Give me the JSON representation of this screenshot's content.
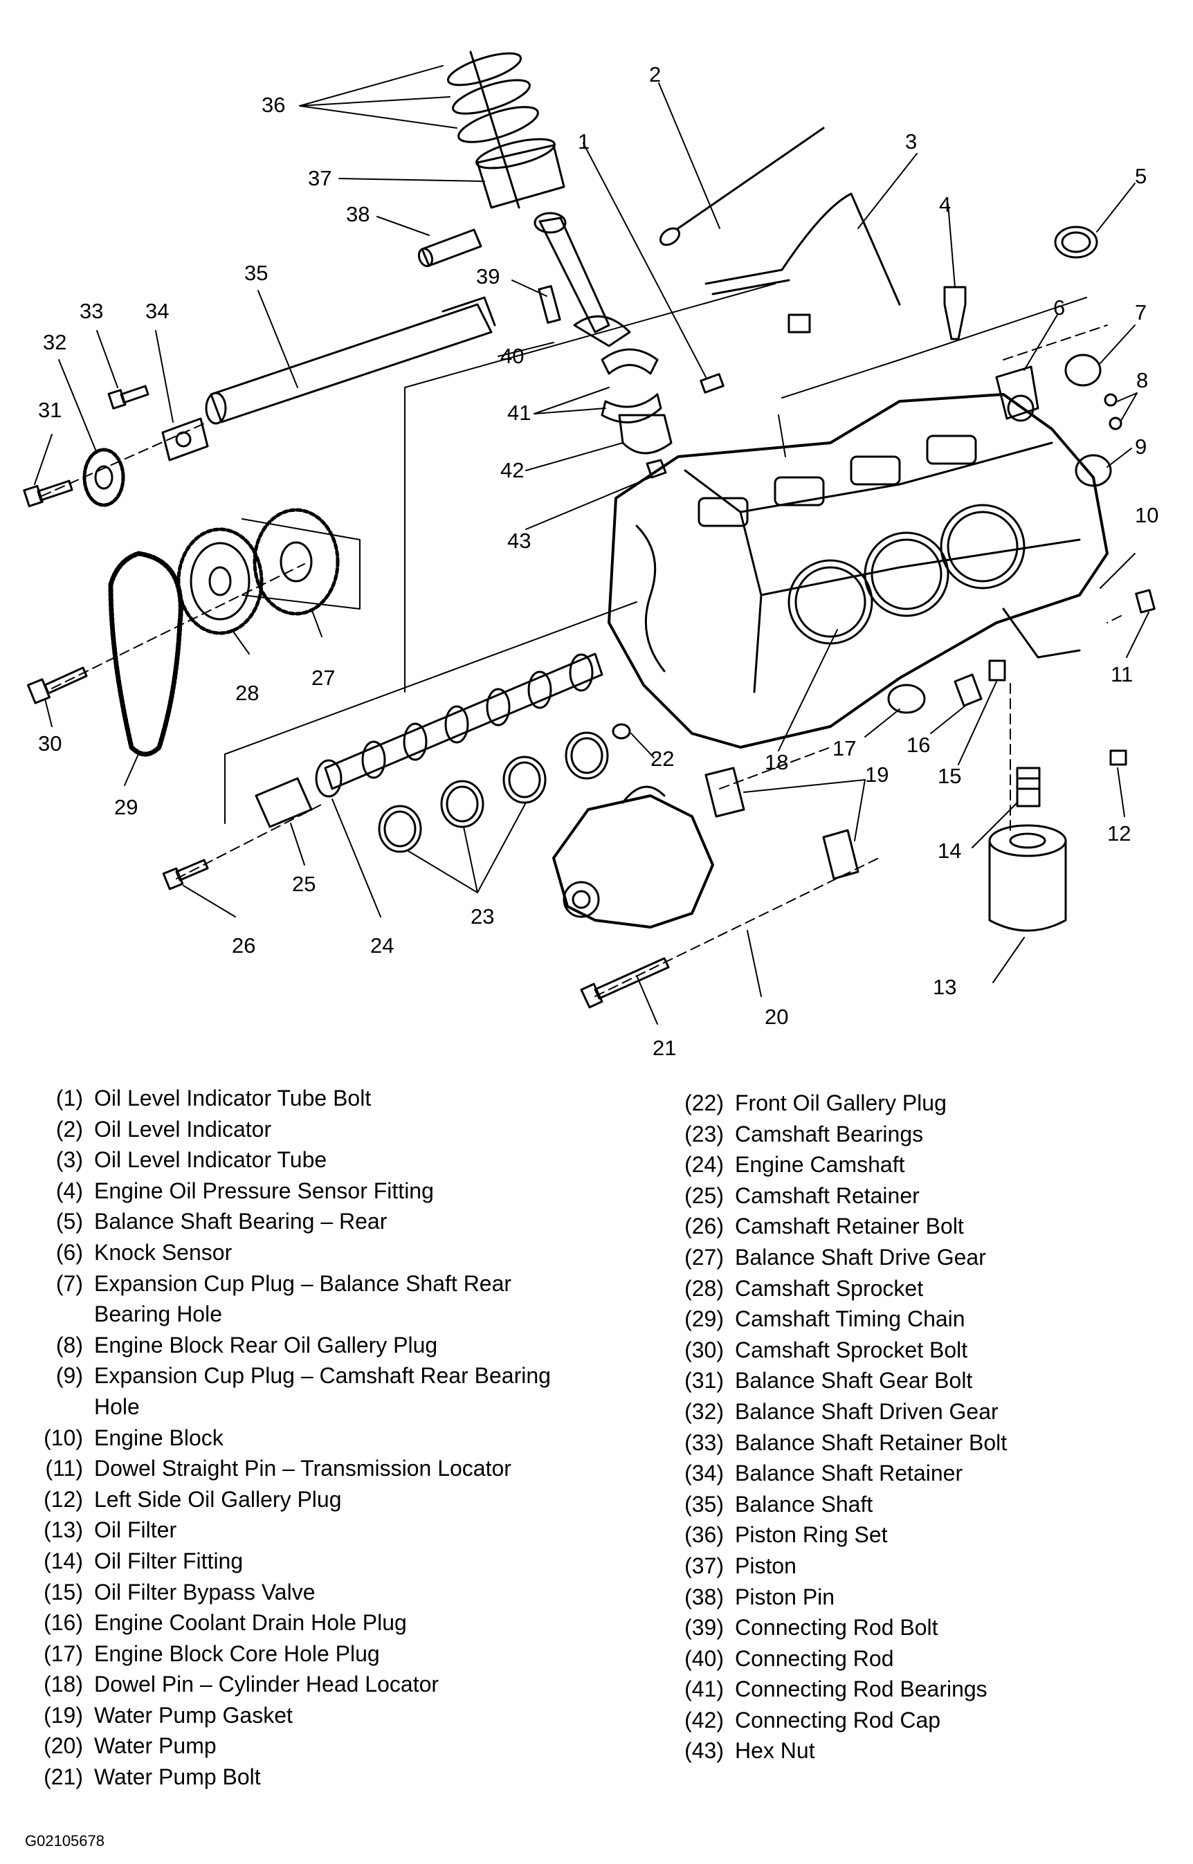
{
  "figure_id": "G02105678",
  "callouts": [
    "1",
    "2",
    "3",
    "4",
    "5",
    "6",
    "7",
    "8",
    "9",
    "10",
    "11",
    "12",
    "13",
    "14",
    "15",
    "16",
    "17",
    "18",
    "19",
    "20",
    "21",
    "22",
    "23",
    "24",
    "25",
    "26",
    "27",
    "28",
    "29",
    "30",
    "31",
    "32",
    "33",
    "34",
    "35",
    "36",
    "37",
    "38",
    "39",
    "40",
    "41",
    "42",
    "43"
  ],
  "legend": [
    {
      "num": "(1)",
      "text": "Oil Level Indicator Tube Bolt"
    },
    {
      "num": "(2)",
      "text": "Oil Level Indicator"
    },
    {
      "num": "(3)",
      "text": "Oil Level Indicator Tube"
    },
    {
      "num": "(4)",
      "text": "Engine Oil Pressure Sensor Fitting"
    },
    {
      "num": "(5)",
      "text": "Balance Shaft Bearing – Rear"
    },
    {
      "num": "(6)",
      "text": "Knock Sensor"
    },
    {
      "num": "(7)",
      "text": "Expansion Cup Plug – Balance Shaft Rear Bearing Hole"
    },
    {
      "num": "(8)",
      "text": "Engine Block Rear Oil Gallery Plug"
    },
    {
      "num": "(9)",
      "text": "Expansion Cup Plug – Camshaft Rear Bearing Hole"
    },
    {
      "num": "(10)",
      "text": "Engine Block"
    },
    {
      "num": "(11)",
      "text": "Dowel Straight Pin – Transmission Locator"
    },
    {
      "num": "(12)",
      "text": "Left Side Oil Gallery Plug"
    },
    {
      "num": "(13)",
      "text": "Oil Filter"
    },
    {
      "num": "(14)",
      "text": "Oil Filter Fitting"
    },
    {
      "num": "(15)",
      "text": "Oil Filter Bypass Valve"
    },
    {
      "num": "(16)",
      "text": "Engine Coolant Drain Hole Plug"
    },
    {
      "num": "(17)",
      "text": "Engine Block Core Hole Plug"
    },
    {
      "num": "(18)",
      "text": "Dowel Pin – Cylinder Head Locator"
    },
    {
      "num": "(19)",
      "text": "Water Pump Gasket"
    },
    {
      "num": "(20)",
      "text": "Water Pump"
    },
    {
      "num": "(21)",
      "text": "Water Pump Bolt"
    },
    {
      "num": "(22)",
      "text": "Front Oil Gallery Plug"
    },
    {
      "num": "(23)",
      "text": "Camshaft Bearings"
    },
    {
      "num": "(24)",
      "text": "Engine Camshaft"
    },
    {
      "num": "(25)",
      "text": "Camshaft Retainer"
    },
    {
      "num": "(26)",
      "text": "Camshaft Retainer Bolt"
    },
    {
      "num": "(27)",
      "text": "Balance Shaft Drive Gear"
    },
    {
      "num": "(28)",
      "text": "Camshaft Sprocket"
    },
    {
      "num": "(29)",
      "text": "Camshaft Timing Chain"
    },
    {
      "num": "(30)",
      "text": "Camshaft Sprocket Bolt"
    },
    {
      "num": "(31)",
      "text": "Balance Shaft Gear Bolt"
    },
    {
      "num": "(32)",
      "text": "Balance Shaft Driven Gear"
    },
    {
      "num": "(33)",
      "text": "Balance Shaft Retainer Bolt"
    },
    {
      "num": "(34)",
      "text": "Balance Shaft Retainer"
    },
    {
      "num": "(35)",
      "text": "Balance Shaft"
    },
    {
      "num": "(36)",
      "text": "Piston Ring Set"
    },
    {
      "num": "(37)",
      "text": "Piston"
    },
    {
      "num": "(38)",
      "text": "Piston Pin"
    },
    {
      "num": "(39)",
      "text": "Connecting Rod Bolt"
    },
    {
      "num": "(40)",
      "text": "Connecting Rod"
    },
    {
      "num": "(41)",
      "text": "Connecting Rod Bearings"
    },
    {
      "num": "(42)",
      "text": "Connecting Rod Cap"
    },
    {
      "num": "(43)",
      "text": "Hex Nut"
    }
  ]
}
